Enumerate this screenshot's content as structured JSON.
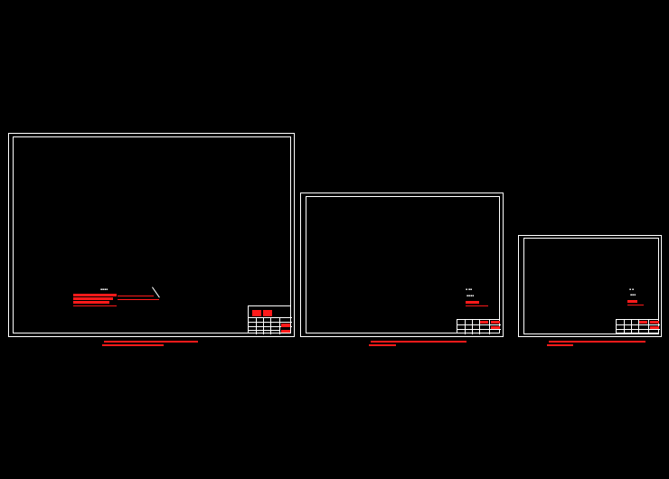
{
  "canvas": {
    "background": "#000000",
    "line_color": "#ffffff",
    "accent_color": "#ff1a1a"
  },
  "sheets": [
    {
      "id": "A1"
    },
    {
      "id": "A2"
    },
    {
      "id": "A3"
    }
  ]
}
